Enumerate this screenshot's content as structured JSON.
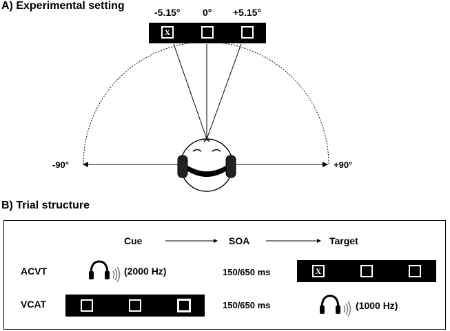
{
  "panel_a": {
    "title": "A) Experimental setting",
    "angles": [
      "-5.15°",
      "0°",
      "+5.15°"
    ],
    "left_extent": "-90°",
    "right_extent": "+90°",
    "target_symbol": "X"
  },
  "panel_b": {
    "title": "B) Trial structure",
    "headers": {
      "cue": "Cue",
      "soa": "SOA",
      "target": "Target"
    },
    "rows": [
      {
        "condition": "ACVT",
        "cue_freq": "(2000 Hz)",
        "soa": "150/650 ms",
        "target_symbol": "X"
      },
      {
        "condition": "VCAT",
        "soa": "150/650 ms",
        "target_freq": "(1000 Hz)"
      }
    ]
  }
}
